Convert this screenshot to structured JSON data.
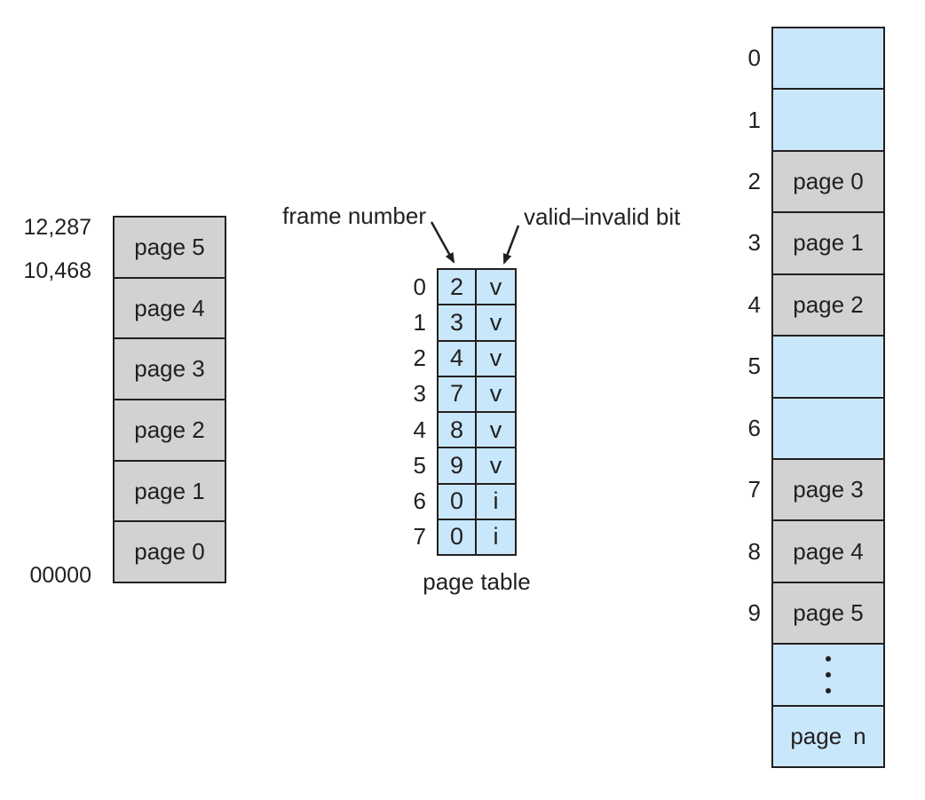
{
  "figure": {
    "description": "Valid-invalid bit page-table diagram",
    "colors": {
      "page_gray": "#d2d2d2",
      "cell_blue": "#c8e7fa",
      "line": "#231f20"
    }
  },
  "logical_memory": {
    "address_top": "12,287",
    "address_mid": "10,468",
    "address_bottom": "00000",
    "pages": [
      "page 5",
      "page 4",
      "page 3",
      "page 2",
      "page 1",
      "page 0"
    ]
  },
  "page_table": {
    "caption": "page table",
    "frame_label": "frame number",
    "valid_label": "valid–invalid bit",
    "rows": [
      {
        "index": "0",
        "frame": "2",
        "bit": "v"
      },
      {
        "index": "1",
        "frame": "3",
        "bit": "v"
      },
      {
        "index": "2",
        "frame": "4",
        "bit": "v"
      },
      {
        "index": "3",
        "frame": "7",
        "bit": "v"
      },
      {
        "index": "4",
        "frame": "8",
        "bit": "v"
      },
      {
        "index": "5",
        "frame": "9",
        "bit": "v"
      },
      {
        "index": "6",
        "frame": "0",
        "bit": "i"
      },
      {
        "index": "7",
        "frame": "0",
        "bit": "i"
      }
    ]
  },
  "physical_memory": {
    "rows": [
      {
        "index": "0",
        "label": "",
        "fill": "blue"
      },
      {
        "index": "1",
        "label": "",
        "fill": "blue"
      },
      {
        "index": "2",
        "label": "page 0",
        "fill": "gray"
      },
      {
        "index": "3",
        "label": "page 1",
        "fill": "gray"
      },
      {
        "index": "4",
        "label": "page 2",
        "fill": "gray"
      },
      {
        "index": "5",
        "label": "",
        "fill": "blue"
      },
      {
        "index": "6",
        "label": "",
        "fill": "blue"
      },
      {
        "index": "7",
        "label": "page 3",
        "fill": "gray"
      },
      {
        "index": "8",
        "label": "page 4",
        "fill": "gray"
      },
      {
        "index": "9",
        "label": "page 5",
        "fill": "gray"
      },
      {
        "index": "",
        "label": "",
        "fill": "blue",
        "kind": "dots"
      },
      {
        "index": "",
        "label": "page n",
        "fill": "blue"
      }
    ]
  }
}
